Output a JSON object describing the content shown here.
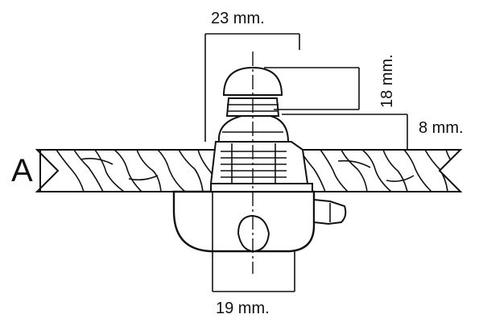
{
  "labels": {
    "width_top": "23 mm.",
    "width_bottom": "19 mm.",
    "height_18": "18 mm.",
    "height_8": "8 mm.",
    "thickness_a": "A"
  },
  "colors": {
    "stroke": "#111111",
    "fill": "#ffffff"
  }
}
